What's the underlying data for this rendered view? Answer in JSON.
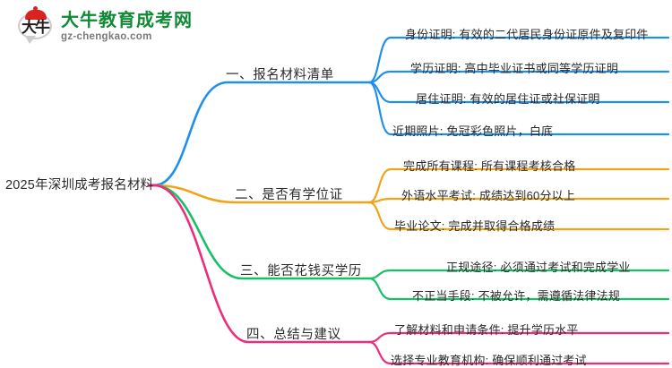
{
  "logo": {
    "glyph": "大牛",
    "title": "大牛教育成考网",
    "subtitle": "gz-chengkao.com",
    "brand_color": "#0f8a35",
    "cap_color": "#d8231f"
  },
  "mindmap": {
    "type": "mind-map",
    "root": "2025年深圳成考报名材料",
    "branches": [
      {
        "label": "一、报名材料清单",
        "color": "#1f8fee",
        "children": [
          "身份证明: 有效的二代居民身份证原件及复印件",
          "学历证明: 高中毕业证书或同等学历证明",
          "居住证明: 有效的居住证或社保证明",
          "近期照片: 免冠彩色照片，白底"
        ]
      },
      {
        "label": "二、是否有学位证",
        "color": "#f0a41b",
        "children": [
          "完成所有课程: 所有课程考核合格",
          "外语水平考试: 成绩达到60分以上",
          "毕业论文: 完成并取得合格成绩"
        ]
      },
      {
        "label": "三、能否花钱买学历",
        "color": "#17bf68",
        "children": [
          "正规途径: 必须通过考试和完成学业",
          "不正当手段: 不被允许，需遵循法律法规"
        ]
      },
      {
        "label": "四、总结与建议",
        "color": "#ec2d7b",
        "children": [
          "了解材料和申请条件: 提升学历水平",
          "选择专业教育机构: 确保顺利通过考试"
        ]
      }
    ]
  }
}
